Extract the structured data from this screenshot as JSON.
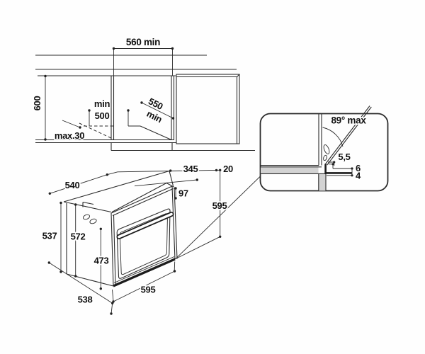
{
  "colors": {
    "line": "#2b2b2b",
    "gray_fill": "#d3d3d3",
    "background": "#fefefe",
    "text": "#111111"
  },
  "cabinet": {
    "width_min": "560 min",
    "height": "600",
    "clearance_label": "min",
    "clearance_value": "500",
    "plinth_max": "max.30",
    "depth_value": "550",
    "depth_label": "min"
  },
  "detail": {
    "door_angle": "89° max",
    "door_gap": "5,5",
    "offset_top": "6",
    "offset_bottom": "4"
  },
  "oven": {
    "body_width": "540",
    "top_depth": "345",
    "top_edge": "20",
    "panel_height": "97",
    "front_height": "595",
    "body_height": "537",
    "side_height": "572",
    "door_height": "473",
    "front_width": "595",
    "body_depth": "538"
  }
}
